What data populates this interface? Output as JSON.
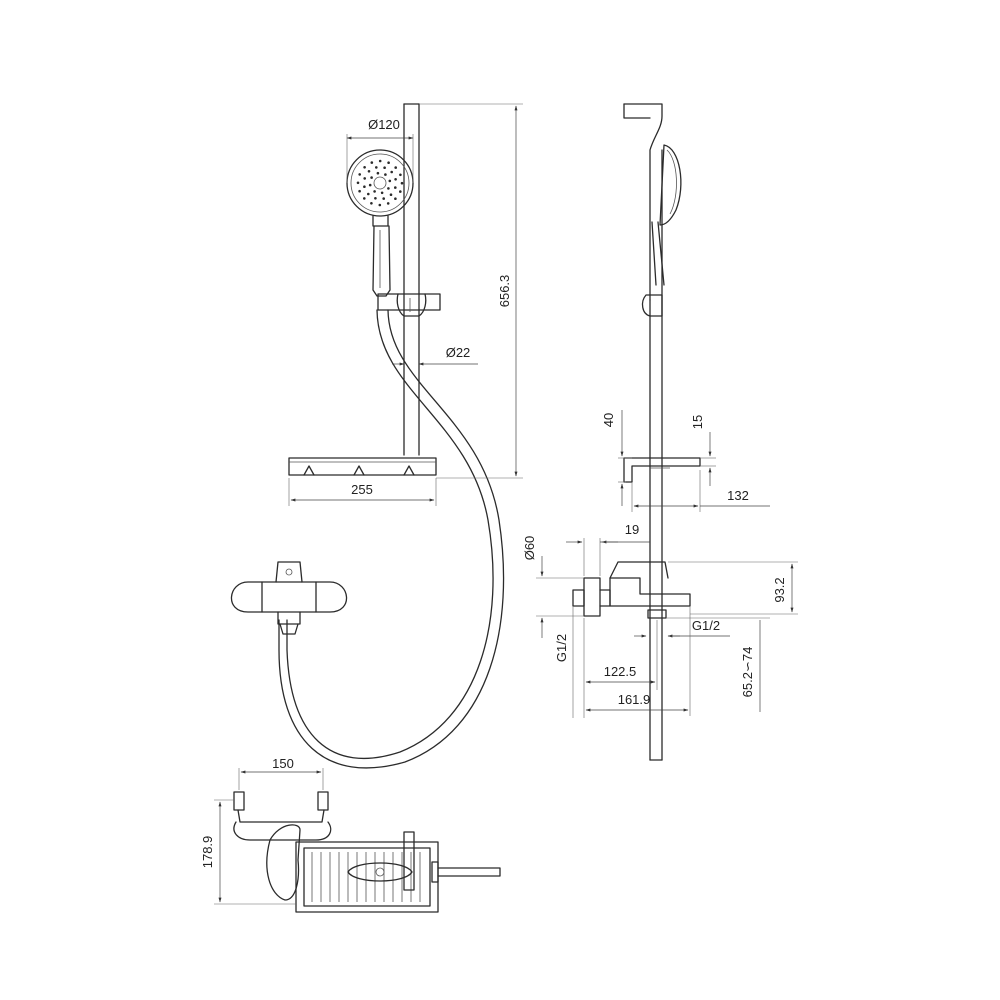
{
  "dimensions": {
    "handshower_diameter": "Ø120",
    "rail_height": "656.3",
    "rail_diameter": "Ø22",
    "shelf_width": "255",
    "shelf_offset": "40",
    "shelf_thickness": "15",
    "shelf_depth": "132",
    "wall_flange_diameter": "Ø60",
    "flange_gap": "19",
    "mixer_height": "93.2",
    "inlet_thread_left": "G1/2",
    "outlet_thread": "G1/2",
    "spout_reach": "122.5",
    "mixer_depth": "161.9",
    "outlet_height_range": "65.2∽74",
    "inlet_spacing": "150",
    "top_view_depth": "178.9"
  }
}
